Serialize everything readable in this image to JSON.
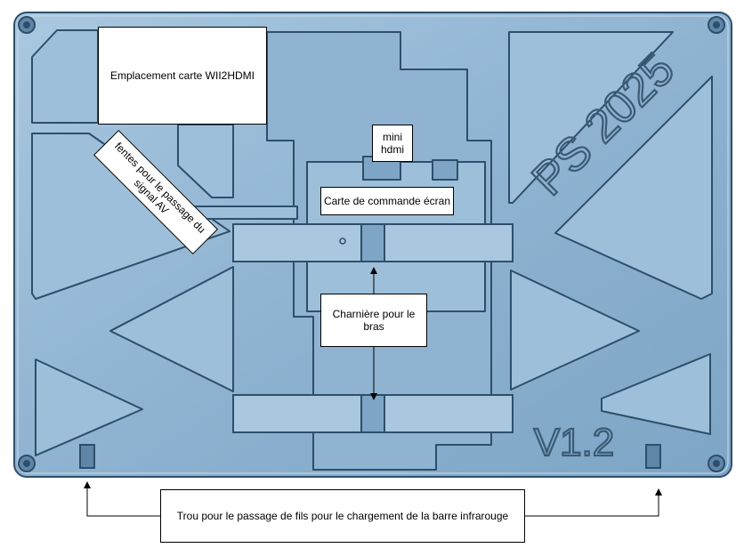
{
  "colors": {
    "plate": "#8fb3d1",
    "plate_light": "#b8d2e6",
    "plate_dark": "#2e4f6b",
    "pocket": "#9dbfd9",
    "engraving": "#3b5a74"
  },
  "engravings": {
    "model": "PS 2025",
    "version": "V1.2"
  },
  "callouts": {
    "wii2hdmi": "Emplacement carte WII2HDMI",
    "mini_hdmi": "mini hdmi",
    "control_board": "Carte de commande écran",
    "av_slots": "fentes pour le passage du signal AV",
    "hinge": "Charnière pour le bras",
    "ir_holes": "Trou pour le passage de fils pour le chargement de la barre infrarouge"
  }
}
